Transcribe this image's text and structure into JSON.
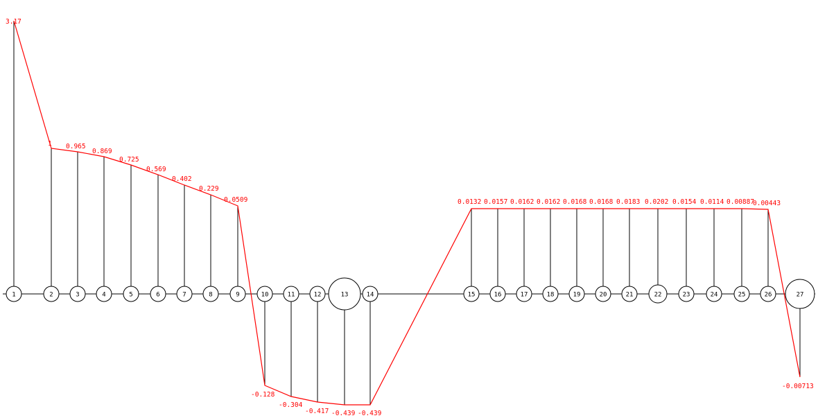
{
  "colors": {
    "background": "#ffffff",
    "structure": "#000000",
    "curve": "#ff0000",
    "label": "#ff0000"
  },
  "diagram": {
    "node_count": 27,
    "nodes": [
      {
        "id": "1",
        "label": "1",
        "value": 3.17
      },
      {
        "id": "2",
        "label": "2",
        "value": 1
      },
      {
        "id": "3",
        "label": "3",
        "value": 0.965
      },
      {
        "id": "4",
        "label": "4",
        "value": 0.869
      },
      {
        "id": "5",
        "label": "5",
        "value": 0.725
      },
      {
        "id": "6",
        "label": "6",
        "value": 0.569
      },
      {
        "id": "7",
        "label": "7",
        "value": 0.402
      },
      {
        "id": "8",
        "label": "8",
        "value": 0.229
      },
      {
        "id": "9",
        "label": "9",
        "value": 0.0509
      },
      {
        "id": "10",
        "label": "10",
        "value": -0.128
      },
      {
        "id": "11",
        "label": "11",
        "value": -0.304
      },
      {
        "id": "12",
        "label": "12",
        "value": -0.417
      },
      {
        "id": "13",
        "label": "13",
        "value": -0.439
      },
      {
        "id": "14",
        "label": "14",
        "value": -0.439
      },
      {
        "id": "15",
        "label": "15",
        "value": 0.0132
      },
      {
        "id": "16",
        "label": "16",
        "value": 0.0157
      },
      {
        "id": "17",
        "label": "17",
        "value": 0.0162
      },
      {
        "id": "18",
        "label": "18",
        "value": 0.0162
      },
      {
        "id": "19",
        "label": "19",
        "value": 0.0168
      },
      {
        "id": "20",
        "label": "20",
        "value": 0.0168
      },
      {
        "id": "21",
        "label": "21",
        "value": 0.0183
      },
      {
        "id": "22",
        "label": "22",
        "value": 0.0202
      },
      {
        "id": "23",
        "label": "23",
        "value": 0.0154
      },
      {
        "id": "24",
        "label": "24",
        "value": 0.0114
      },
      {
        "id": "25",
        "label": "25",
        "value": 0.00887
      },
      {
        "id": "26",
        "label": "26",
        "value": 0.00443
      },
      {
        "id": "27",
        "label": "27",
        "value": -0.00713
      }
    ],
    "value_labels": [
      "3.17",
      "1",
      "0.965",
      "0.869",
      "0.725",
      "0.569",
      "0.402",
      "0.229",
      "0.0509",
      "-0.128",
      "-0.304",
      "-0.417",
      "-0.439",
      "-0.439",
      "0.0132",
      "0.0157",
      "0.0162",
      "0.0162",
      "0.0168",
      "0.0168",
      "0.0183",
      "0.0202",
      "0.0154",
      "0.0114",
      "0.00887",
      "0.00443",
      "-0.00713"
    ]
  }
}
